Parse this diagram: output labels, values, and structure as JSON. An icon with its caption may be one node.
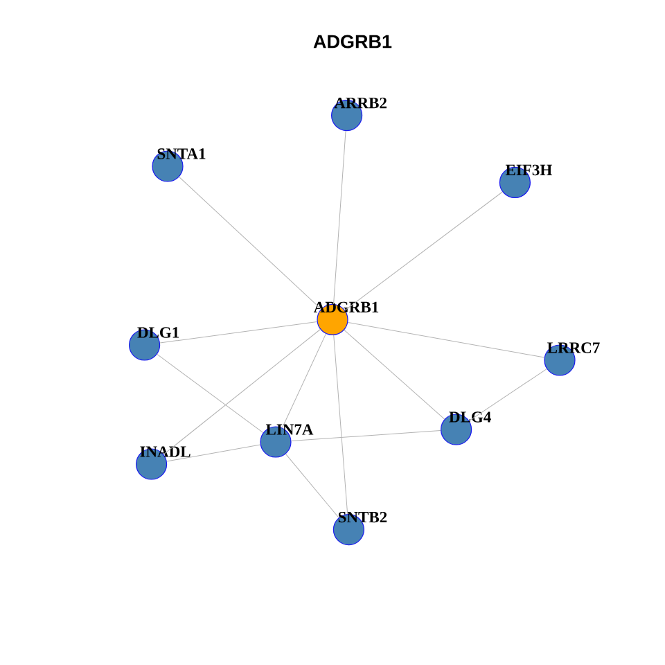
{
  "diagram": {
    "title": "ADGRB1",
    "nodes": [
      {
        "text": [
          "ARRB2"
        ]
      },
      {
        "text": [
          "SNTA1"
        ]
      },
      {
        "text": [
          "EIF3H"
        ]
      },
      {
        "text": [
          "ADGRB1"
        ]
      },
      {
        "text": [
          "DLG1"
        ]
      },
      {
        "text": [
          "LRRC7"
        ]
      },
      {
        "text": [
          "DLG4"
        ]
      },
      {
        "text": [
          "LIN7A"
        ]
      },
      {
        "text": [
          "INADL"
        ]
      },
      {
        "text": [
          "SNTB2"
        ]
      }
    ],
    "edges": [
      {
        "from": 3,
        "to": 0,
        "arrow": "none"
      },
      {
        "from": 3,
        "to": 1,
        "arrow": "none"
      },
      {
        "from": 3,
        "to": 2,
        "arrow": "none"
      },
      {
        "from": 3,
        "to": 4,
        "arrow": "none"
      },
      {
        "from": 3,
        "to": 5,
        "arrow": "none"
      },
      {
        "from": 3,
        "to": 6,
        "arrow": "none"
      },
      {
        "from": 3,
        "to": 7,
        "arrow": "none"
      },
      {
        "from": 3,
        "to": 8,
        "arrow": "none"
      },
      {
        "from": 3,
        "to": 9,
        "arrow": "none"
      },
      {
        "from": 4,
        "to": 7,
        "arrow": "none"
      },
      {
        "from": 7,
        "to": 8,
        "arrow": "none"
      },
      {
        "from": 7,
        "to": 6,
        "arrow": "none"
      },
      {
        "from": 7,
        "to": 9,
        "arrow": "none"
      },
      {
        "from": 6,
        "to": 5,
        "arrow": "none"
      }
    ]
  }
}
